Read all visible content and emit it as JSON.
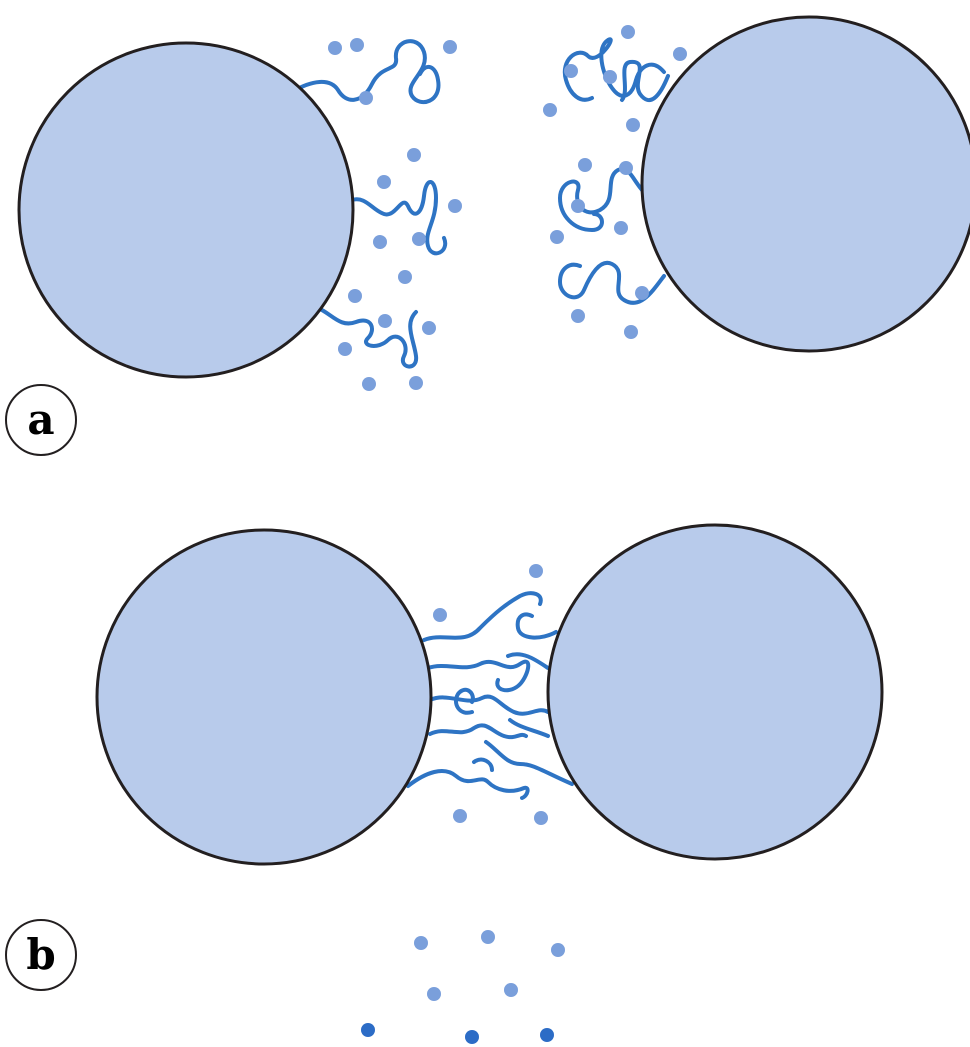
{
  "colors": {
    "particle_fill": "#b8cbeb",
    "particle_stroke": "#231f20",
    "chain": "#2e74c4",
    "ion_light": "#7a9fdb",
    "ion_dark": "#2c6cc6",
    "label_text": "#000000"
  },
  "panels": [
    {
      "id": "a",
      "label": "a"
    },
    {
      "id": "b",
      "label": "b"
    }
  ]
}
